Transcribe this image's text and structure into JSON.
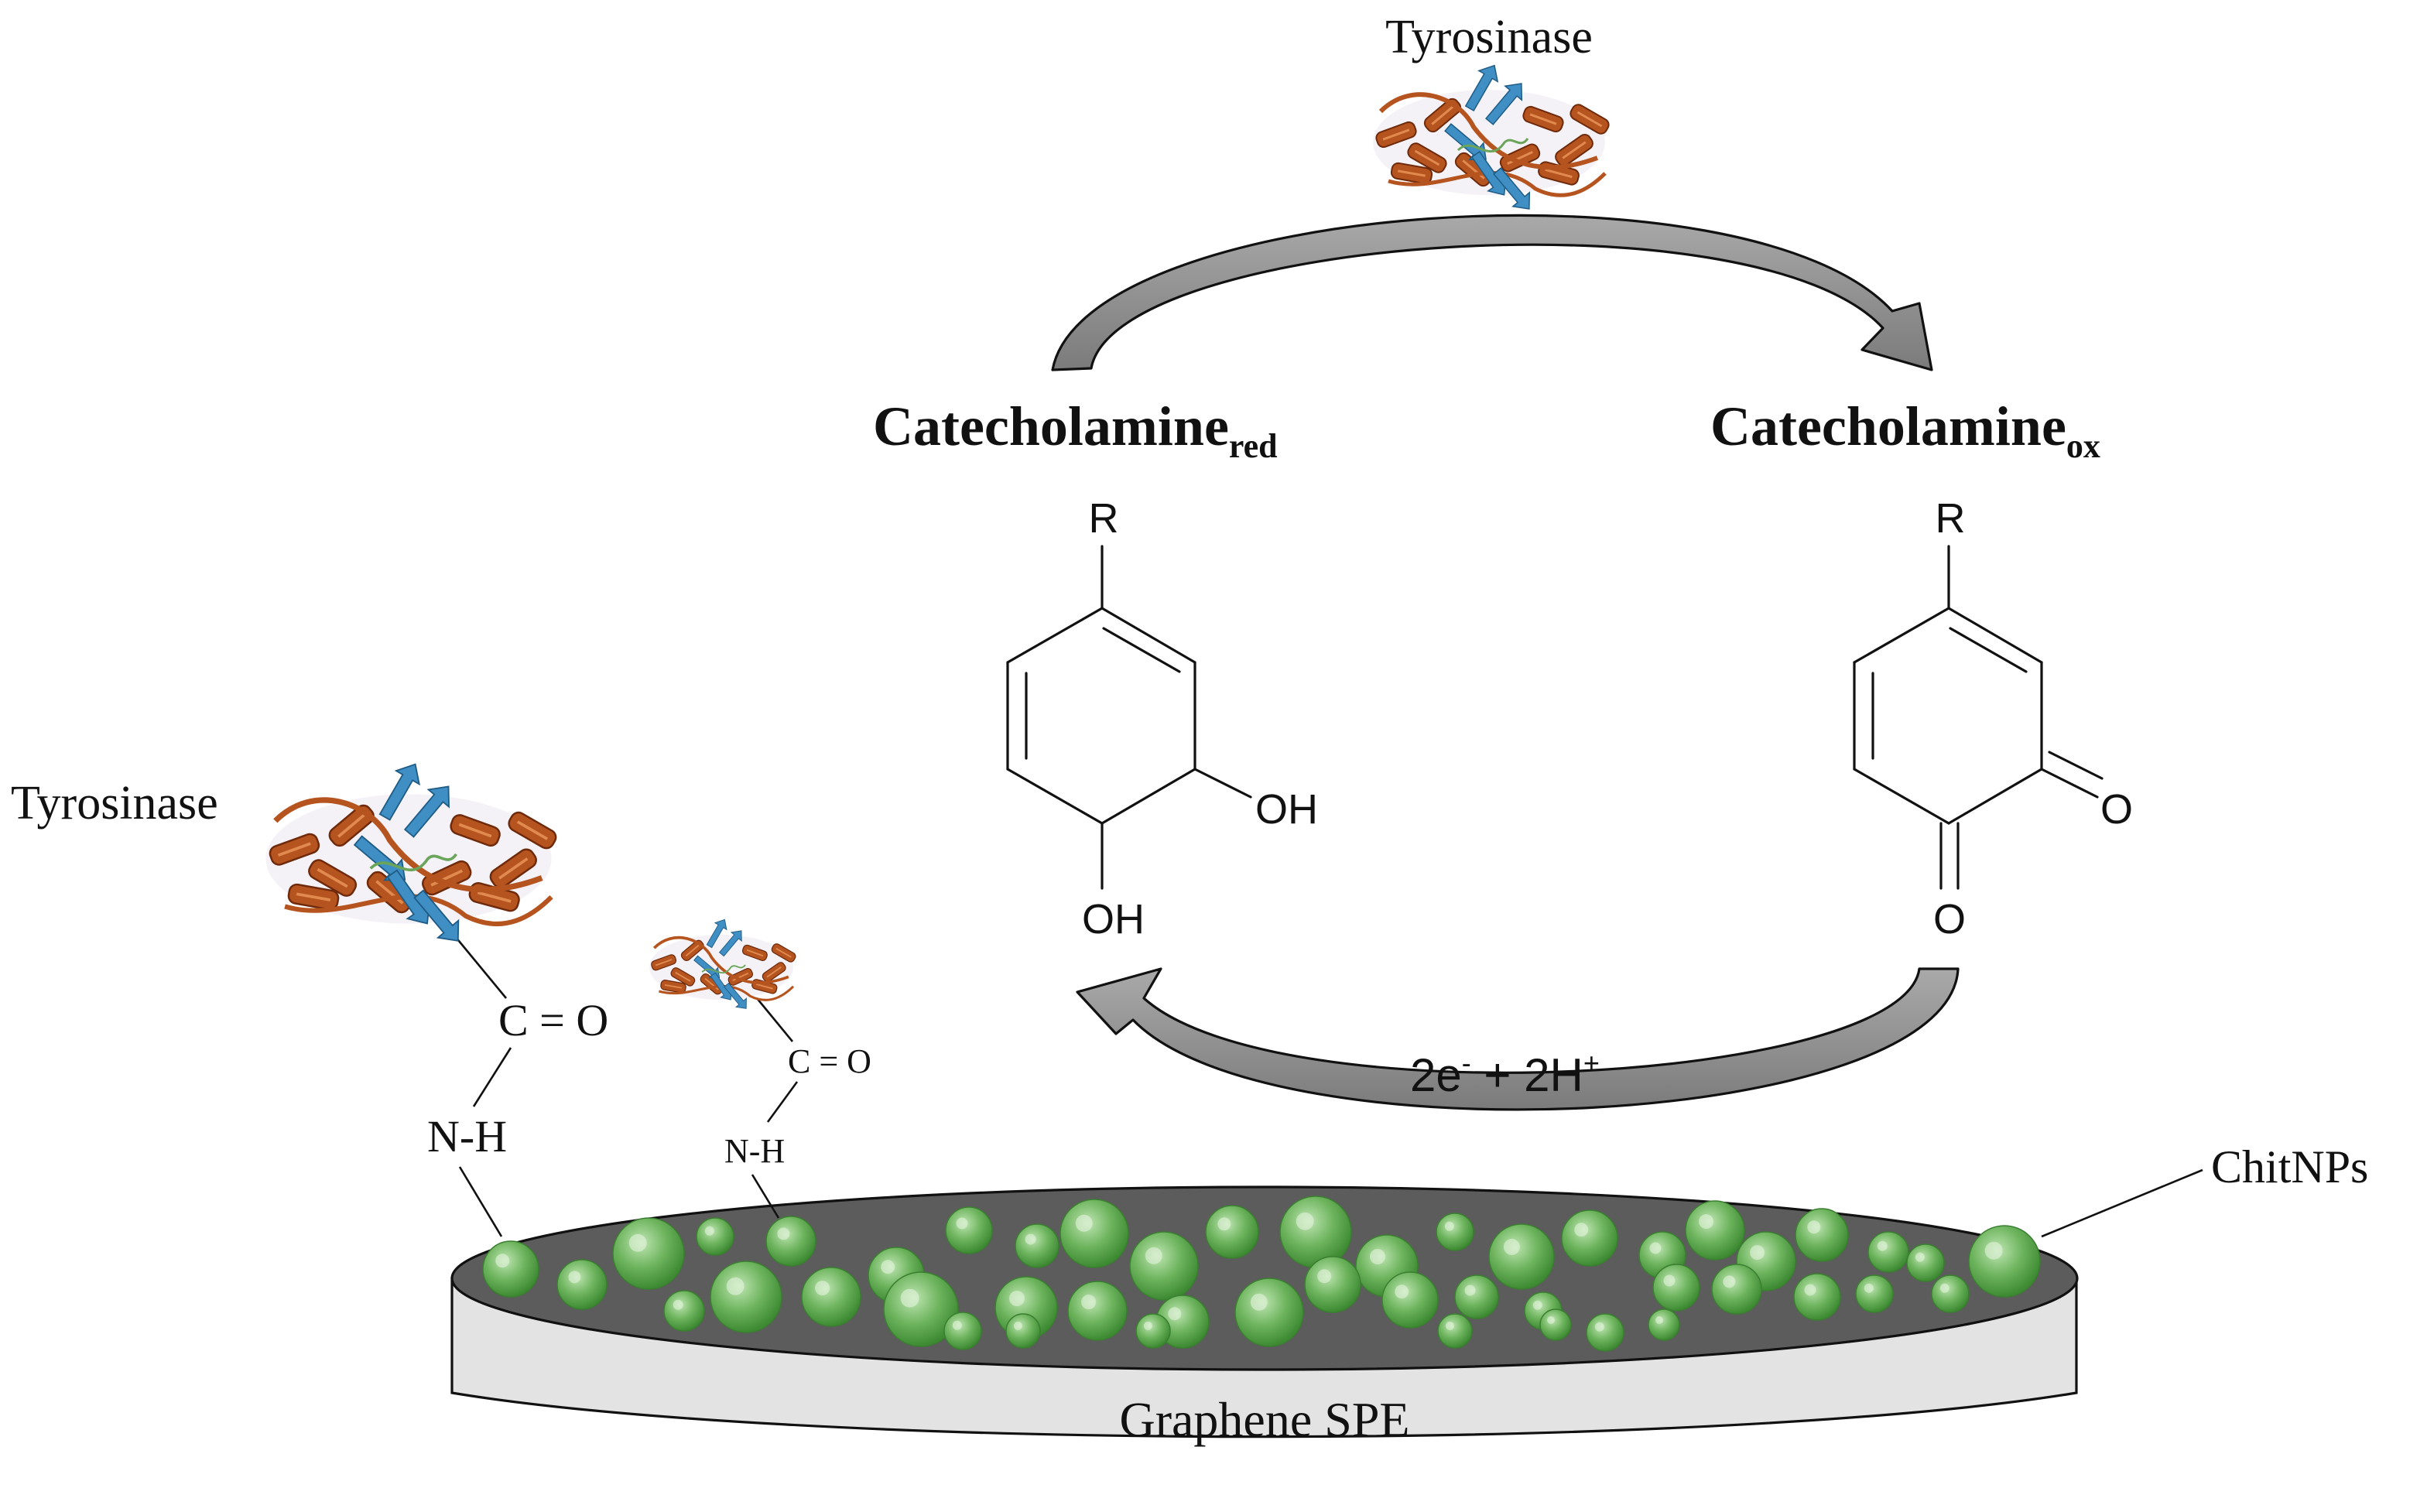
{
  "labels": {
    "enzyme_top": "Tyrosinase",
    "enzyme_left": "Tyrosinase",
    "reduced_main": "Catecholamine",
    "reduced_sub": "red",
    "oxidized_main": "Catecholamine",
    "oxidized_sub": "ox",
    "electrons_1": "2e",
    "electrons_1_sup": "-",
    "electrons_2": " + 2H",
    "electrons_2_sup": "+",
    "nanoparticles": "ChitNPs",
    "electrode": "Graphene SPE"
  },
  "molecules": {
    "reduced": {
      "substituent": "R",
      "group_1": "OH",
      "group_2": "OH"
    },
    "oxidized": {
      "substituent": "R",
      "group_1": "O",
      "group_2": "O"
    }
  },
  "linkers": {
    "large": {
      "carbonyl": "C = O",
      "amide": "N-H"
    },
    "small": {
      "carbonyl": "C = O",
      "amide": "N-H"
    }
  },
  "colors": {
    "enzyme_primary": "#b5541f",
    "enzyme_secondary": "#3f8fc4",
    "arrow_fill": "#8e8e8e",
    "electrode_side": "#e3e3e3",
    "electrode_top": "#5c5c5c",
    "nanoparticle": "#5aa54b"
  }
}
